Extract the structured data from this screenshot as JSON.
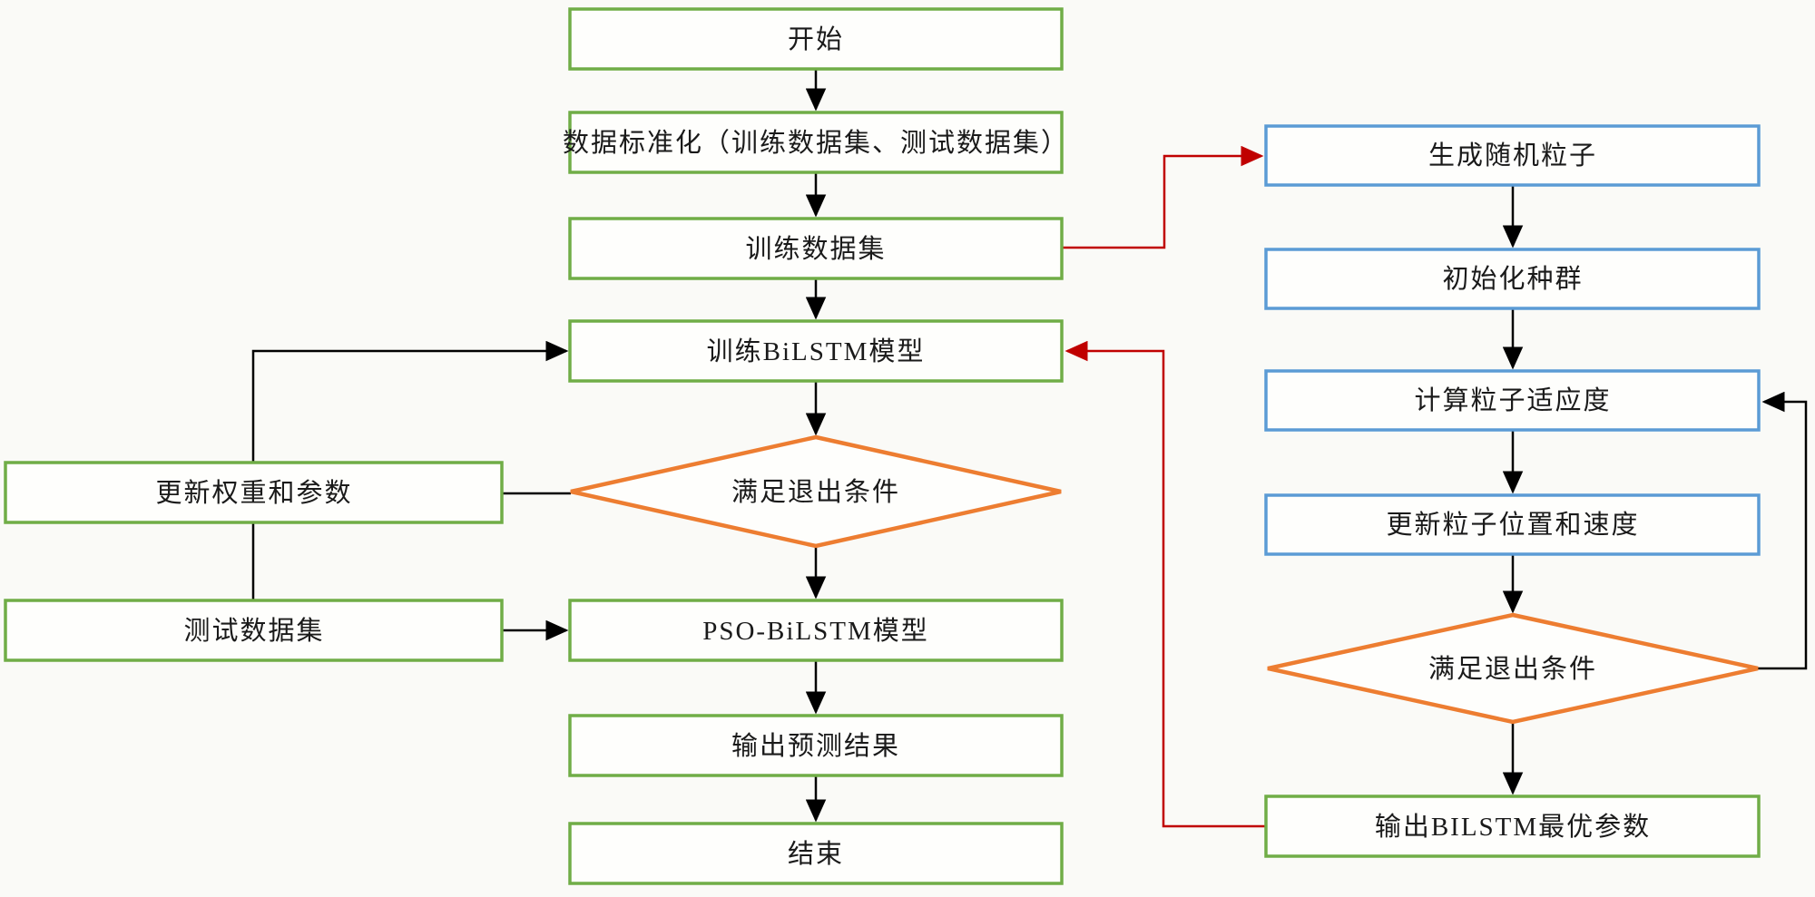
{
  "diagram_type": "flowchart",
  "colors": {
    "process_box_border_green": "#70ad47",
    "process_box_border_blue": "#5b9bd5",
    "decision_border_orange": "#ed7d31",
    "connector_black": "#000000",
    "connector_red": "#c00000",
    "background": "#fafaf7"
  },
  "nodes": {
    "start": {
      "label": "开始",
      "shape": "rect",
      "border": "green"
    },
    "normalize": {
      "label": "数据标准化（训练数据集、测试数据集）",
      "shape": "rect",
      "border": "green"
    },
    "train_dataset": {
      "label": "训练数据集",
      "shape": "rect",
      "border": "green"
    },
    "train_bilstm": {
      "label": "训练BiLSTM模型",
      "shape": "rect",
      "border": "green"
    },
    "exit_condition_main": {
      "label": "满足退出条件",
      "shape": "diamond",
      "border": "orange"
    },
    "pso_bilstm": {
      "label": "PSO-BiLSTM模型",
      "shape": "rect",
      "border": "green"
    },
    "output_prediction": {
      "label": "输出预测结果",
      "shape": "rect",
      "border": "green"
    },
    "end": {
      "label": "结束",
      "shape": "rect",
      "border": "green"
    },
    "update_weights": {
      "label": "更新权重和参数",
      "shape": "rect",
      "border": "green"
    },
    "test_dataset": {
      "label": "测试数据集",
      "shape": "rect",
      "border": "green"
    },
    "generate_particles": {
      "label": "生成随机粒子",
      "shape": "rect",
      "border": "blue"
    },
    "init_population": {
      "label": "初始化种群",
      "shape": "rect",
      "border": "blue"
    },
    "particle_fitness": {
      "label": "计算粒子适应度",
      "shape": "rect",
      "border": "blue"
    },
    "update_particles": {
      "label": "更新粒子位置和速度",
      "shape": "rect",
      "border": "blue"
    },
    "exit_condition_pso": {
      "label": "满足退出条件",
      "shape": "diamond",
      "border": "orange"
    },
    "output_best_params": {
      "label": "输出BILSTM最优参数",
      "shape": "rect",
      "border": "green"
    }
  },
  "edges": [
    {
      "from": "start",
      "to": "normalize",
      "color": "black"
    },
    {
      "from": "normalize",
      "to": "train_dataset",
      "color": "black"
    },
    {
      "from": "train_dataset",
      "to": "train_bilstm",
      "color": "black"
    },
    {
      "from": "train_bilstm",
      "to": "exit_condition_main",
      "color": "black"
    },
    {
      "from": "exit_condition_main",
      "to": "pso_bilstm",
      "color": "black"
    },
    {
      "from": "pso_bilstm",
      "to": "output_prediction",
      "color": "black"
    },
    {
      "from": "output_prediction",
      "to": "end",
      "color": "black"
    },
    {
      "from": "exit_condition_main",
      "to": "update_weights",
      "color": "black"
    },
    {
      "from": "update_weights",
      "to": "train_bilstm",
      "color": "black"
    },
    {
      "from": "update_weights",
      "to": "test_dataset",
      "color": "black"
    },
    {
      "from": "test_dataset",
      "to": "pso_bilstm",
      "color": "black"
    },
    {
      "from": "train_dataset",
      "to": "generate_particles",
      "color": "red"
    },
    {
      "from": "generate_particles",
      "to": "init_population",
      "color": "black"
    },
    {
      "from": "init_population",
      "to": "particle_fitness",
      "color": "black"
    },
    {
      "from": "particle_fitness",
      "to": "update_particles",
      "color": "black"
    },
    {
      "from": "update_particles",
      "to": "exit_condition_pso",
      "color": "black"
    },
    {
      "from": "exit_condition_pso",
      "to": "particle_fitness",
      "color": "black"
    },
    {
      "from": "exit_condition_pso",
      "to": "output_best_params",
      "color": "black"
    },
    {
      "from": "output_best_params",
      "to": "train_bilstm",
      "color": "red"
    }
  ]
}
